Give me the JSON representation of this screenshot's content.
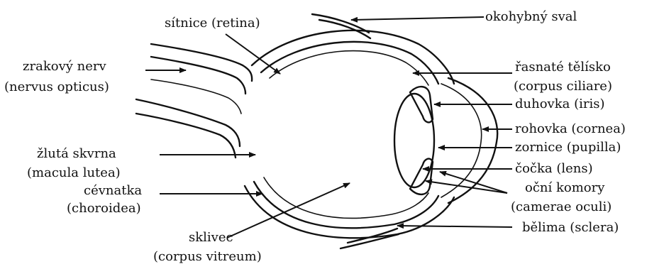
{
  "labels": {
    "retina": "sítnice (retina)",
    "eye_muscle": "okohybný sval",
    "optic_nerve_1": "zrakový nerv",
    "optic_nerve_2": "(nervus opticus)",
    "ciliary_body_1": "řasnaté tělísko",
    "ciliary_body_2": "(corpus ciliare)",
    "iris": "duhovka (iris)",
    "cornea": "rohovka (cornea)",
    "pupil": "zornice (pupilla)",
    "lens": "čočka (lens)",
    "macula_1": "žlutá skvrna",
    "macula_2": "(macula lutea)",
    "choroid_1": "cévnatka",
    "choroid_2": "(choroidea)",
    "chambers_1": "oční komory",
    "chambers_2": "(camerae oculi)",
    "sclera": "bělima (sclera)",
    "vitreous_1": "sklivec",
    "vitreous_2": "(corpus vitreum)"
  },
  "colors": {
    "ink": "#111111",
    "background": "#ffffff"
  }
}
